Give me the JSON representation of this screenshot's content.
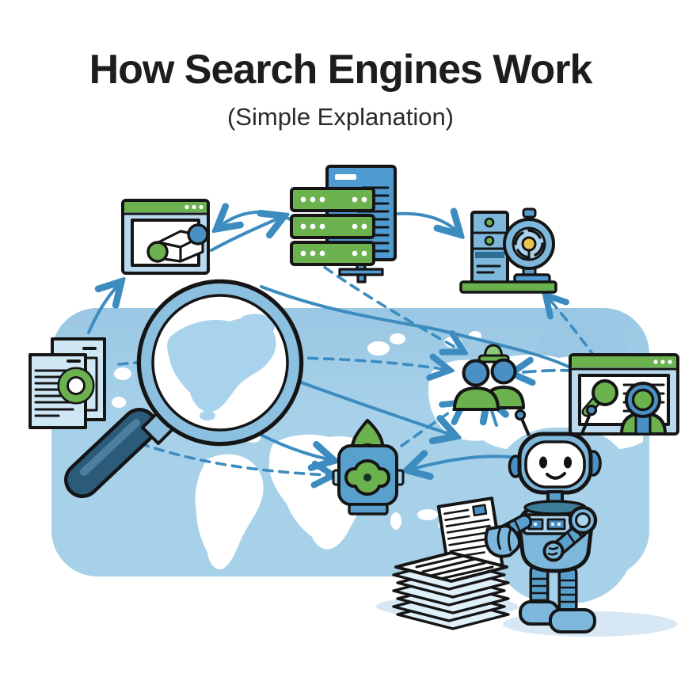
{
  "title": {
    "heading": "How Search Engines Work",
    "subheading": "(Simple Explanation)"
  },
  "colors": {
    "background": "#ffffff",
    "title_text": "#1d1d1d",
    "subtitle_text": "#2a2a2a",
    "map_blue": "#a7d1e9",
    "map_blue_top": "#9ac7e4",
    "land_white": "#ffffff",
    "arrow_blue": "#3d8cc0",
    "outline": "#151515",
    "green": "#6bb14e",
    "green_light": "#8cc77a",
    "panel_blue": "#4f9ad1",
    "icon_blue_light": "#b9daee",
    "page_blue": "#cfe6f4",
    "robot_blue": "#7db8dc",
    "robot_blue_dark": "#5aa0cc",
    "robot_blue_deep": "#4a90c4",
    "inner_blue_pale": "#a9d2ec",
    "lens_rim": "#8cc0e0",
    "handle_dark": "#2b5b79",
    "handle_streak": "#4b7f9f",
    "yellow": "#e6c64b",
    "shadow": "#d7e8f4",
    "stack_blue": "#dff0f9"
  },
  "scene": {
    "nodes": [
      {
        "id": "sitemap-window",
        "icon": "website-window-icon",
        "label": "website window with sitemap diagram"
      },
      {
        "id": "index-servers",
        "icon": "server-stack-icon",
        "label": "search index server stack"
      },
      {
        "id": "processing-server-fan",
        "icon": "server-fan-icon",
        "label": "server tower with fan"
      },
      {
        "id": "web-documents",
        "icon": "documents-icon",
        "label": "web page documents with seal"
      },
      {
        "id": "magnifier-world-map",
        "icon": "magnifying-glass-icon",
        "label": "magnifying glass over world map"
      },
      {
        "id": "searchers-group",
        "icon": "users-icon",
        "label": "group of searchers"
      },
      {
        "id": "results-window",
        "icon": "results-window-icon",
        "label": "search results window with user"
      },
      {
        "id": "search-engine-box",
        "icon": "engine-flame-icon",
        "label": "engine box with flame"
      },
      {
        "id": "crawler-robot",
        "icon": "robot-icon",
        "label": "crawler robot"
      },
      {
        "id": "crawled-pages-stack",
        "icon": "paper-stack-icon",
        "label": "stack of collected pages"
      }
    ],
    "connections": [
      {
        "from": "index-servers",
        "to": "sitemap-window",
        "style": "solid"
      },
      {
        "from": "sitemap-window",
        "to": "index-servers",
        "style": "solid"
      },
      {
        "from": "index-servers",
        "to": "processing-server-fan",
        "style": "solid"
      },
      {
        "from": "sitemap-window",
        "to": "results-window",
        "style": "solid"
      },
      {
        "from": "web-documents",
        "to": "sitemap-window",
        "style": "solid"
      },
      {
        "from": "magnifier-world-map",
        "to": "search-engine-box",
        "style": "solid"
      },
      {
        "from": "crawler-robot",
        "to": "search-engine-box",
        "style": "solid"
      },
      {
        "from": "crawler-robot",
        "to": "searchers-group",
        "style": "solid"
      },
      {
        "from": "magnifier-world-map",
        "to": "crawler-robot",
        "style": "solid"
      },
      {
        "from": "sitemap-window",
        "to": "searchers-group",
        "style": "dashed"
      },
      {
        "from": "web-documents",
        "to": "searchers-group",
        "style": "dashed"
      },
      {
        "from": "results-window",
        "to": "searchers-group",
        "style": "dashed"
      },
      {
        "from": "results-window",
        "to": "processing-server-fan",
        "style": "dashed"
      },
      {
        "from": "web-documents",
        "to": "search-engine-box",
        "style": "dashed"
      },
      {
        "from": "search-engine-box",
        "to": "searchers-group",
        "style": "dashed"
      }
    ]
  }
}
